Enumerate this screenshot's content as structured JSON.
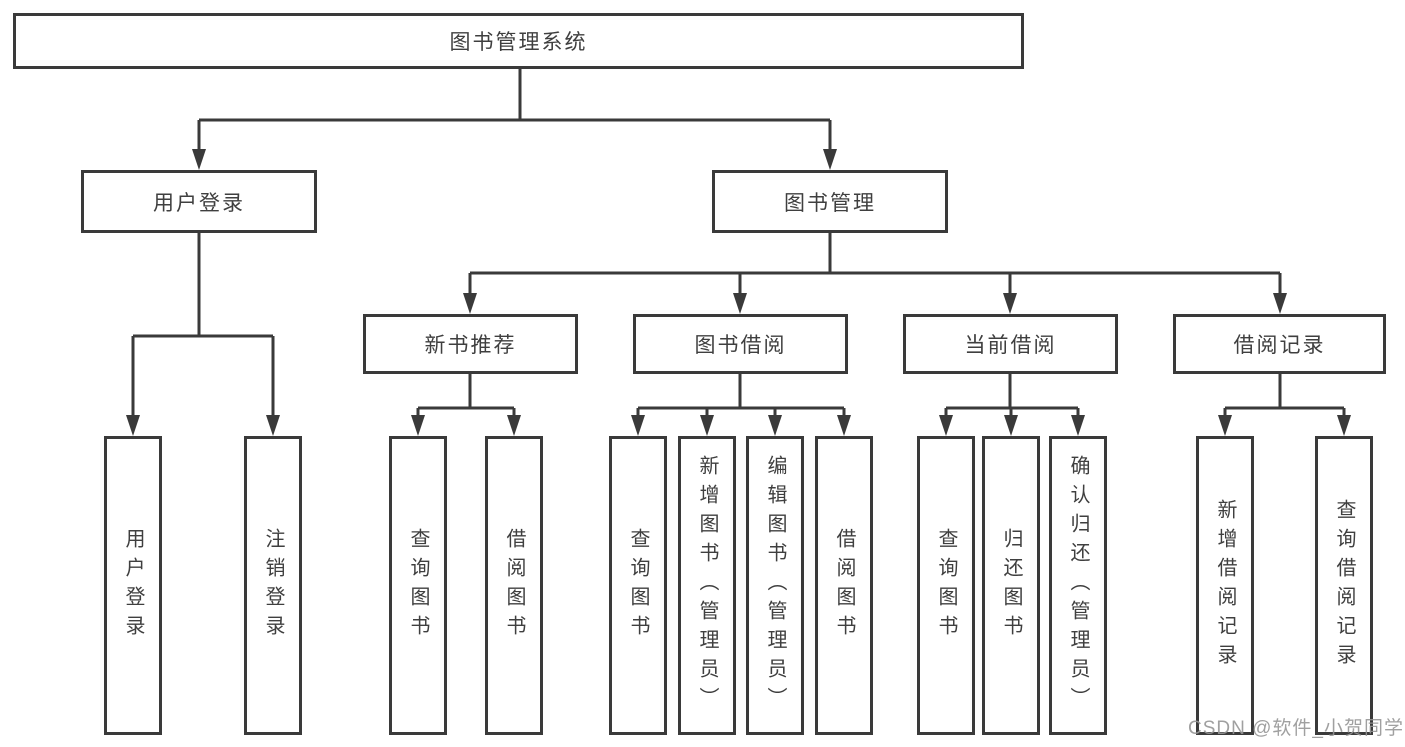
{
  "diagram": {
    "type": "hierarchy",
    "nodes": {
      "root": {
        "label": "图书管理系统"
      },
      "user_login": {
        "label": "用户登录"
      },
      "book_mgmt": {
        "label": "图书管理"
      },
      "new_book_rec": {
        "label": "新书推荐"
      },
      "book_borrow": {
        "label": "图书借阅"
      },
      "current_borrow": {
        "label": "当前借阅"
      },
      "borrow_records": {
        "label": "借阅记录"
      },
      "leaf_user_login": {
        "label": "用户登录"
      },
      "leaf_logout": {
        "label": "注销登录"
      },
      "leaf_nbr_query": {
        "label": "查询图书"
      },
      "leaf_nbr_borrow": {
        "label": "借阅图书"
      },
      "leaf_bb_query": {
        "label": "查询图书"
      },
      "leaf_bb_add": {
        "label": "新增图书（管理员）"
      },
      "leaf_bb_edit": {
        "label": "编辑图书（管理员）"
      },
      "leaf_bb_borrow": {
        "label": "借阅图书"
      },
      "leaf_cb_query": {
        "label": "查询图书"
      },
      "leaf_cb_return": {
        "label": "归还图书"
      },
      "leaf_cb_confirm": {
        "label": "确认归还（管理员）"
      },
      "leaf_br_add": {
        "label": "新增借阅记录"
      },
      "leaf_br_query": {
        "label": "查询借阅记录"
      }
    },
    "edges": [
      [
        "root",
        "user_login"
      ],
      [
        "root",
        "book_mgmt"
      ],
      [
        "user_login",
        "leaf_user_login"
      ],
      [
        "user_login",
        "leaf_logout"
      ],
      [
        "book_mgmt",
        "new_book_rec"
      ],
      [
        "book_mgmt",
        "book_borrow"
      ],
      [
        "book_mgmt",
        "current_borrow"
      ],
      [
        "book_mgmt",
        "borrow_records"
      ],
      [
        "new_book_rec",
        "leaf_nbr_query"
      ],
      [
        "new_book_rec",
        "leaf_nbr_borrow"
      ],
      [
        "book_borrow",
        "leaf_bb_query"
      ],
      [
        "book_borrow",
        "leaf_bb_add"
      ],
      [
        "book_borrow",
        "leaf_bb_edit"
      ],
      [
        "book_borrow",
        "leaf_bb_borrow"
      ],
      [
        "current_borrow",
        "leaf_cb_query"
      ],
      [
        "current_borrow",
        "leaf_cb_return"
      ],
      [
        "current_borrow",
        "leaf_cb_confirm"
      ],
      [
        "borrow_records",
        "leaf_br_add"
      ],
      [
        "borrow_records",
        "leaf_br_query"
      ]
    ],
    "colors": {
      "line": "#3a3a3a",
      "box_border": "#3a3a3a",
      "box_fill": "#ffffff",
      "text": "#3f3f3f",
      "background": "#ffffff",
      "watermark": "#969696"
    }
  },
  "watermark": {
    "text": "CSDN @软件_小贺同学"
  }
}
